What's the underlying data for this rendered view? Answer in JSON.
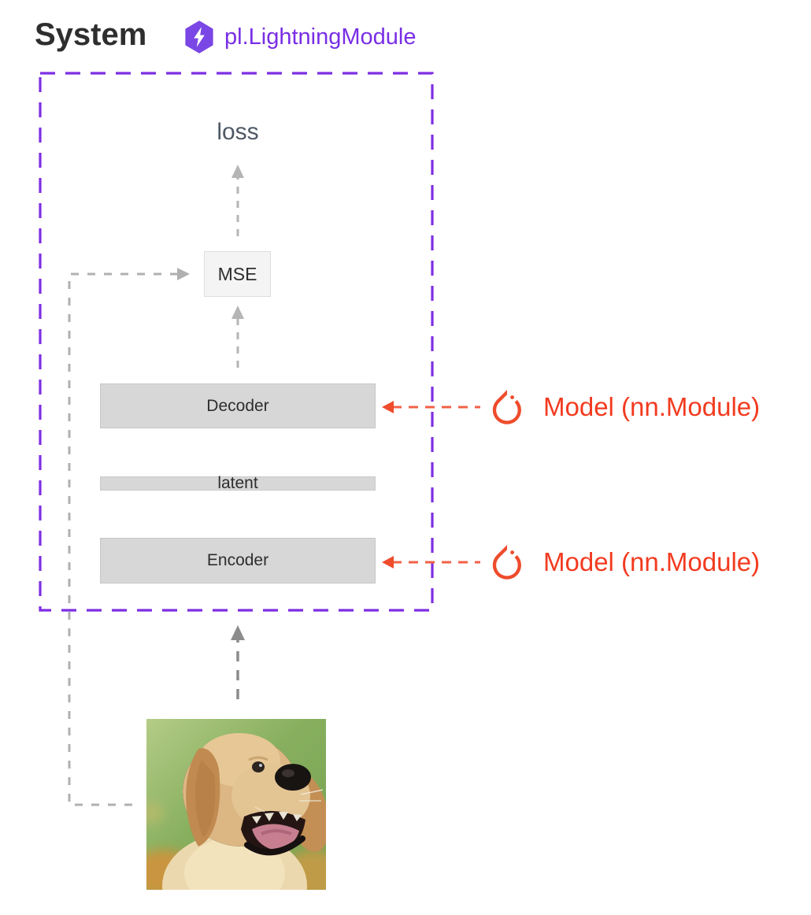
{
  "header": {
    "title": "System",
    "badge": {
      "icon": "lightning-hexagon-icon",
      "label": "pl.LightningModule",
      "color": "#792ee5"
    }
  },
  "system_block": {
    "loss_label": "loss",
    "mse_label": "MSE",
    "decoder_label": "Decoder",
    "latent_label": "latent",
    "encoder_label": "Encoder",
    "border_color": "#7e2ee3"
  },
  "annotations": [
    {
      "icon": "pytorch-icon",
      "label": "Model (nn.Module)",
      "target": "Decoder",
      "color": "#ee4c2c"
    },
    {
      "icon": "pytorch-icon",
      "label": "Model (nn.Module)",
      "target": "Encoder",
      "color": "#ee4c2c"
    }
  ],
  "input": {
    "image": "golden-retriever-puppy-photo"
  },
  "colors": {
    "title_text": "#2e2e2e",
    "purple_accent": "#792ee5",
    "system_border": "#7e2ee3",
    "red_accent": "#ee4c2c",
    "loss_text": "#4e5964",
    "box_fill": "#d7d7d7",
    "mse_fill": "#f4f4f4",
    "arrow_light_gray": "#b5b5b5",
    "arrow_dark_gray": "#8c8c8c"
  }
}
